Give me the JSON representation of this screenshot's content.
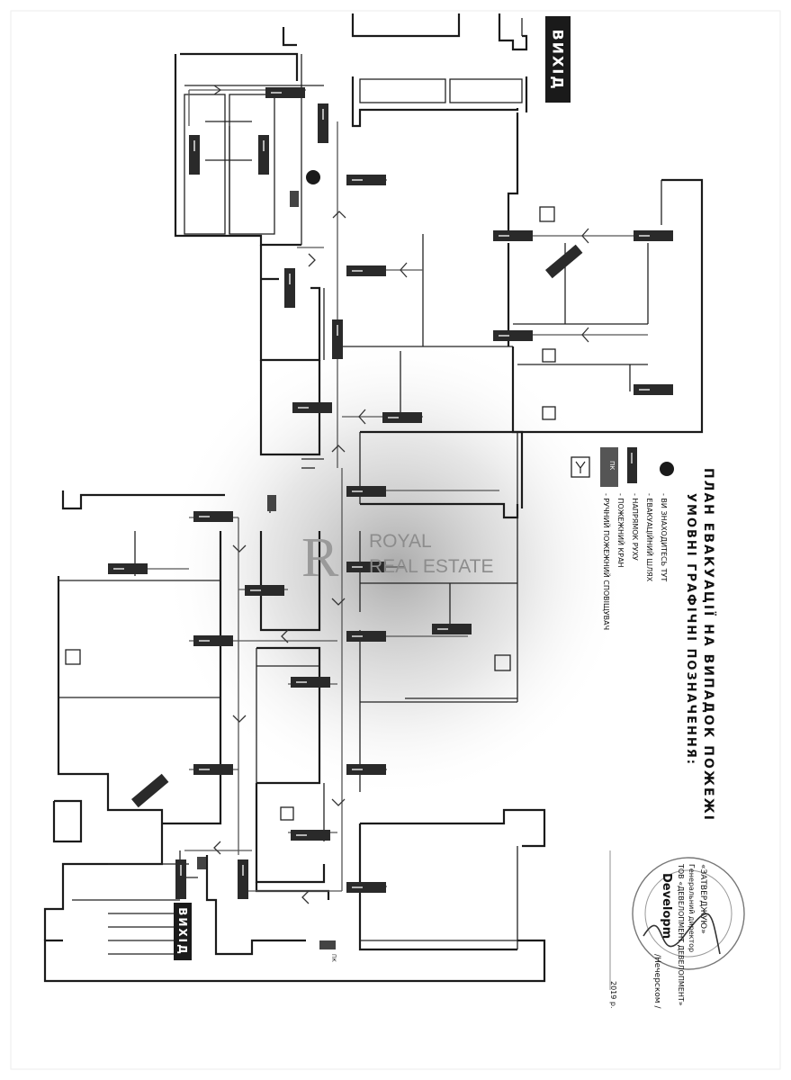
{
  "document": {
    "exit_label": "ВИХІД"
  },
  "legend": {
    "title": "ПЛАН ЕВАКУАЦІЇ НА ВИПАДОК ПОЖЕЖІ",
    "subtitle": "УМОВНІ ГРАФІЧНІ ПОЗНАЧЕННЯ:",
    "items": [
      {
        "icon": "you-are-here-dot-icon",
        "text": "- ВИ ЗНАХОДИТЕСЬ ТУТ"
      },
      {
        "icon": "evacuation-route-sign-icon",
        "text": "- ЕВАКУАЦІЙНИЙ ШЛЯХ"
      },
      {
        "icon": "direction-arrow-icon",
        "text": "- НАПРЯМОК РУХУ"
      },
      {
        "icon": "fire-hydrant-icon",
        "text": "- ПОЖЕЖНИЙ КРАН",
        "icon_label": "ПК"
      },
      {
        "icon": "manual-alarm-icon",
        "text": "- РУЧНИЙ ПОЖЕЖНИЙ СПОВІЩУВАЧ"
      }
    ]
  },
  "watermark": {
    "brand_line1": "ROYAL",
    "brand_line2": "REAL ESTATE",
    "monogram": "R"
  },
  "stamp": {
    "company_line1": "«ЗАТВЕРДЖУЮ»",
    "company_line2": "Генеральний директор",
    "company_line3": "ТОВ «ДЕВЕЛОПМЕНТ ДЕВЕЛОПМЕНТ»",
    "seal_center": "Developm",
    "signature_note": "/Нечерском /",
    "year": "2019 р."
  },
  "fire_hydrant_label": "ПК",
  "colors": {
    "ink": "#1a1a1a",
    "paper": "#ffffff",
    "sign_fill": "#2a2a2a",
    "watermark": "#8c8c8c"
  }
}
